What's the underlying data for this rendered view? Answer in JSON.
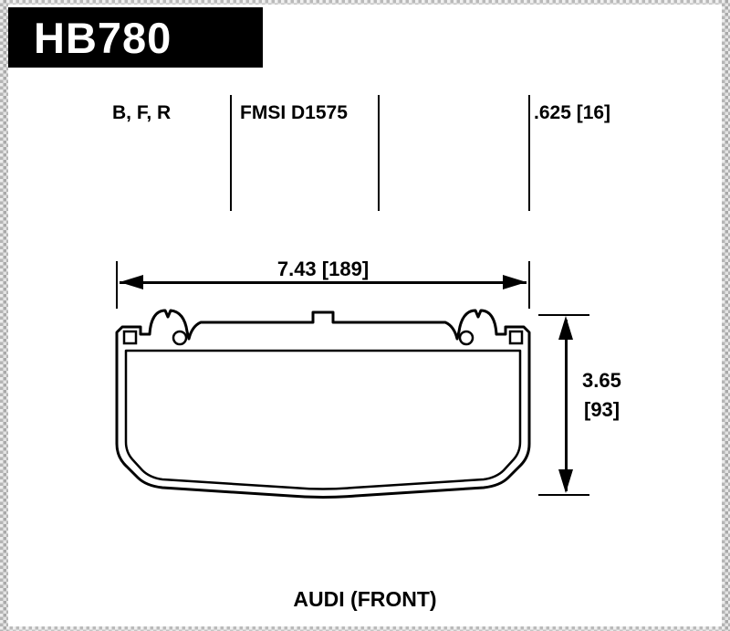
{
  "header": {
    "part_number": "HB780"
  },
  "specs": {
    "compounds": "B, F, R",
    "fmsi": "FMSI D1575",
    "pad_thickness": ".625 [16]"
  },
  "dimensions": {
    "width": "7.43 [189]",
    "height_in": "3.65",
    "height_mm": "[93]"
  },
  "application": "AUDI (FRONT)",
  "colors": {
    "ink": "#000000",
    "paper": "#ffffff",
    "edge_gray": "#a9a9a9",
    "plate_bg": "#000000",
    "plate_text": "#ffffff"
  }
}
